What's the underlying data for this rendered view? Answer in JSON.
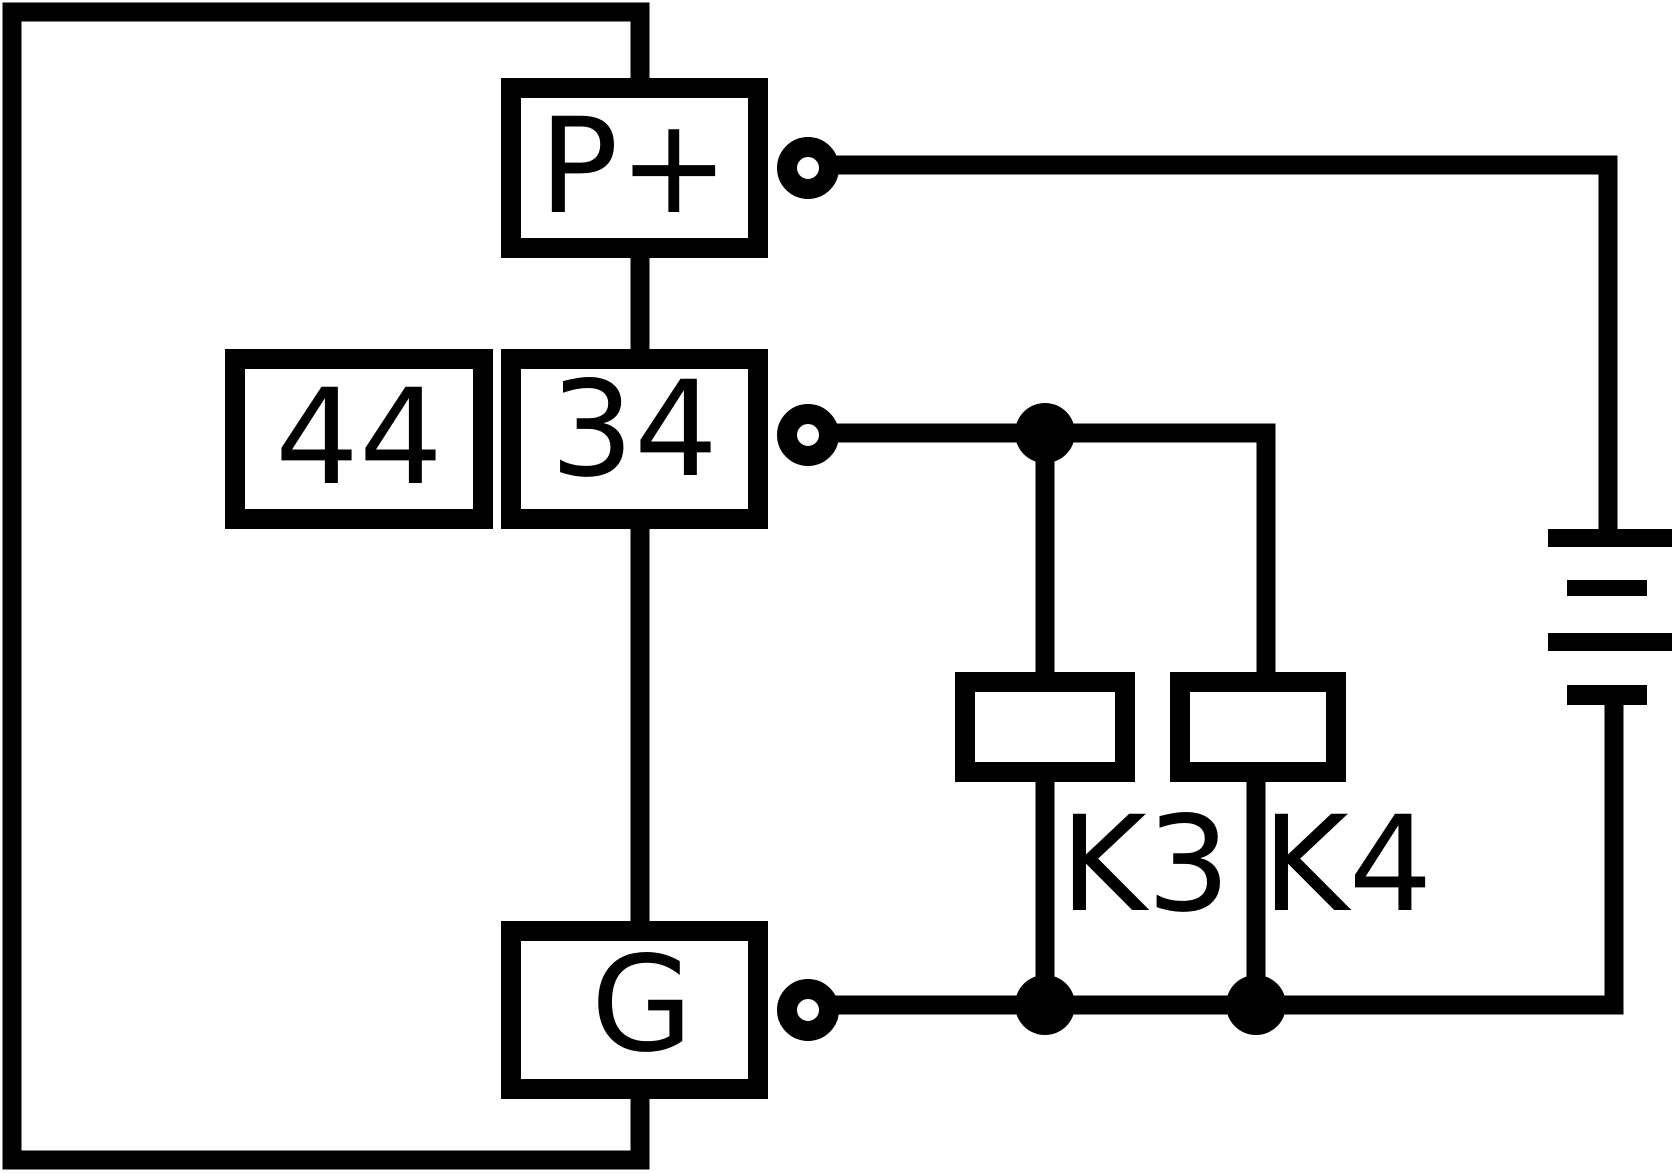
{
  "diagram": {
    "terminals": {
      "p_plus": "P+",
      "t34": "34",
      "t44": "44",
      "g": "G"
    },
    "relays": {
      "k3": "K3",
      "k4": "K4"
    },
    "colors": {
      "line": "#000000",
      "background": "#ffffff"
    }
  }
}
